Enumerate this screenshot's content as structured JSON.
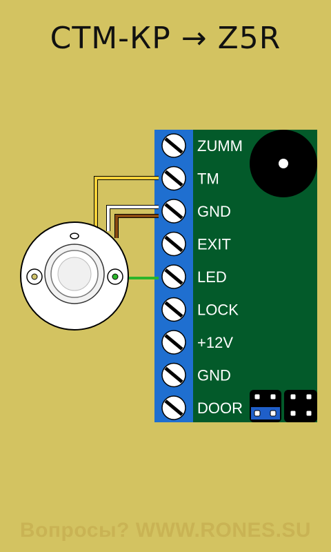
{
  "title": "СТМ-КР → Z5R",
  "footer": "Вопросы? WWW.RONES.SU",
  "colors": {
    "background": "#d3c361",
    "board": "#035a2a",
    "terminal_block": "#1f6fd0",
    "wire_yellow": "#f7d23a",
    "wire_white": "#ffffff",
    "wire_brown": "#8a4a10",
    "wire_green": "#2bb52b"
  },
  "terminals": [
    {
      "label": "ZUMM"
    },
    {
      "label": "TM"
    },
    {
      "label": "GND"
    },
    {
      "label": "EXIT"
    },
    {
      "label": "LED"
    },
    {
      "label": "LOCK"
    },
    {
      "label": "+12V"
    },
    {
      "label": "GND"
    },
    {
      "label": "DOOR"
    }
  ],
  "icons": {
    "buzzer": "buzzer-icon",
    "reader": "touch-memory-reader-icon",
    "jumpers": "jumper-block-icon"
  }
}
